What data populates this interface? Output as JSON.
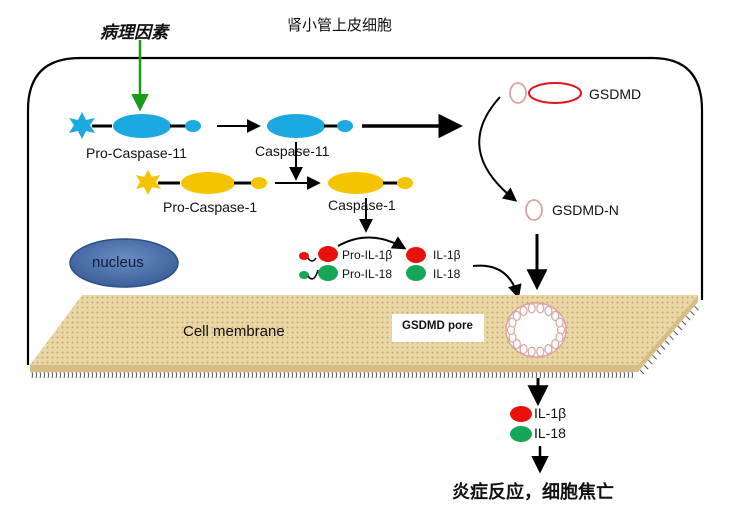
{
  "header": {
    "trigger_label": "病理因素",
    "cell_label": "肾小管上皮细胞"
  },
  "proteins": {
    "pro_caspase_11": "Pro-Caspase-11",
    "caspase_11": "Caspase-11",
    "pro_caspase_1": "Pro-Caspase-1",
    "caspase_1": "Caspase-1",
    "gsdmd": "GSDMD",
    "gsdmd_n": "GSDMD-N"
  },
  "cytokines": {
    "pro_il1b": "Pro-IL-1β",
    "il1b": "IL-1β",
    "pro_il18": "Pro-IL-18",
    "il18": "IL-18"
  },
  "structures": {
    "nucleus": "nucleus",
    "membrane": "Cell membrane",
    "pore": "GSDMD pore"
  },
  "released": {
    "il1b": "IL-1β",
    "il18": "IL-18"
  },
  "outcome": "炎症反应，细胞焦亡",
  "colors": {
    "caspase_11": "#1ca8e0",
    "caspase_1": "#f5c400",
    "il1b": "#e8120c",
    "il18": "#16a65a",
    "gsdmd_outline": "#e0141e",
    "gsdmd_n_outline": "#d9a3a0",
    "nucleus": "#4b73ad",
    "membrane": "#ead7a6",
    "trigger_arrow": "#1a9b1a"
  }
}
